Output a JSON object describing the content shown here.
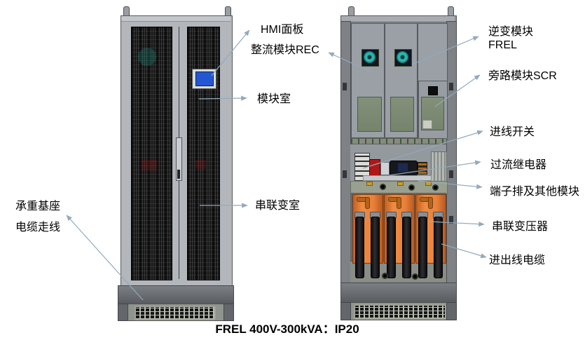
{
  "title": "FREL 400V-300kVA：IP20",
  "labels": {
    "left_cabinet": {
      "hmi": "HMI面板",
      "rectifier": "整流模块REC",
      "module_room": "模块室",
      "series_room": "串联变室",
      "base_line1": "承重基座",
      "base_line2": "电缆走线"
    },
    "right_cabinet": {
      "inverter_line1": "逆变模块",
      "inverter_line2": "FREL",
      "bypass": "旁路模块SCR",
      "incoming_switch": "进线开关",
      "overcurrent_relay": "过流继电器",
      "terminal_block": "端子排及其他模块",
      "series_transformer": "串联变压器",
      "io_cables": "进出线电缆"
    }
  },
  "colors": {
    "leader_line": "#93a9bd",
    "cabinet_gray": "#b3b7bb",
    "hmi_screen_blue": "#2456d4",
    "fan_teal": "#2ab4ae",
    "pcb_green": "#7d8b74",
    "transformer_orange": "#e8803a",
    "relay_red": "#b01818"
  }
}
